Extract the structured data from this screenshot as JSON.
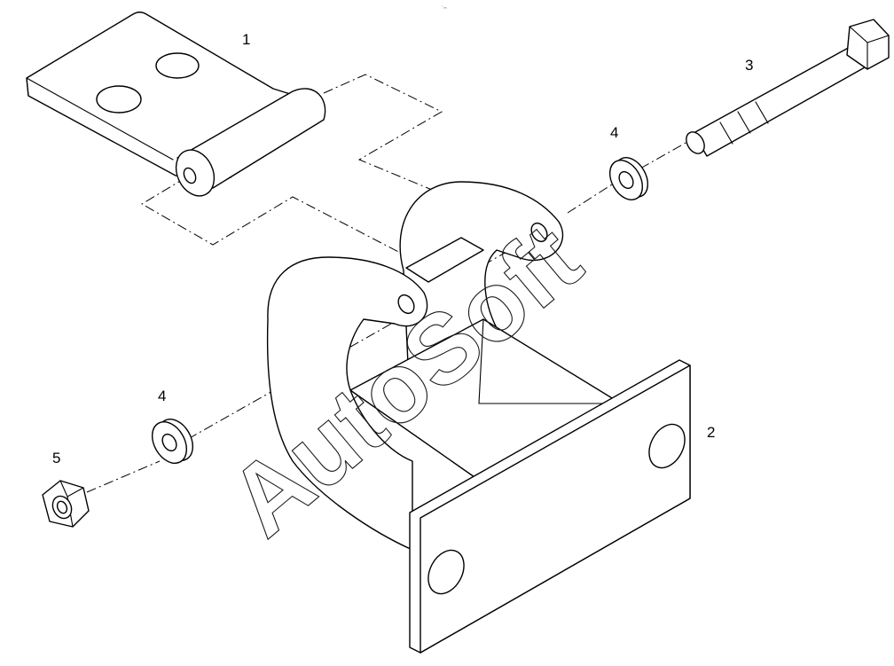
{
  "callouts": {
    "part_1": "1",
    "part_2": "2",
    "part_3": "3",
    "part_4_upper": "4",
    "part_4_lower": "4",
    "part_5": "5"
  },
  "watermark": "AutoSoft",
  "colors": {
    "line": "#000000",
    "background": "#ffffff"
  }
}
